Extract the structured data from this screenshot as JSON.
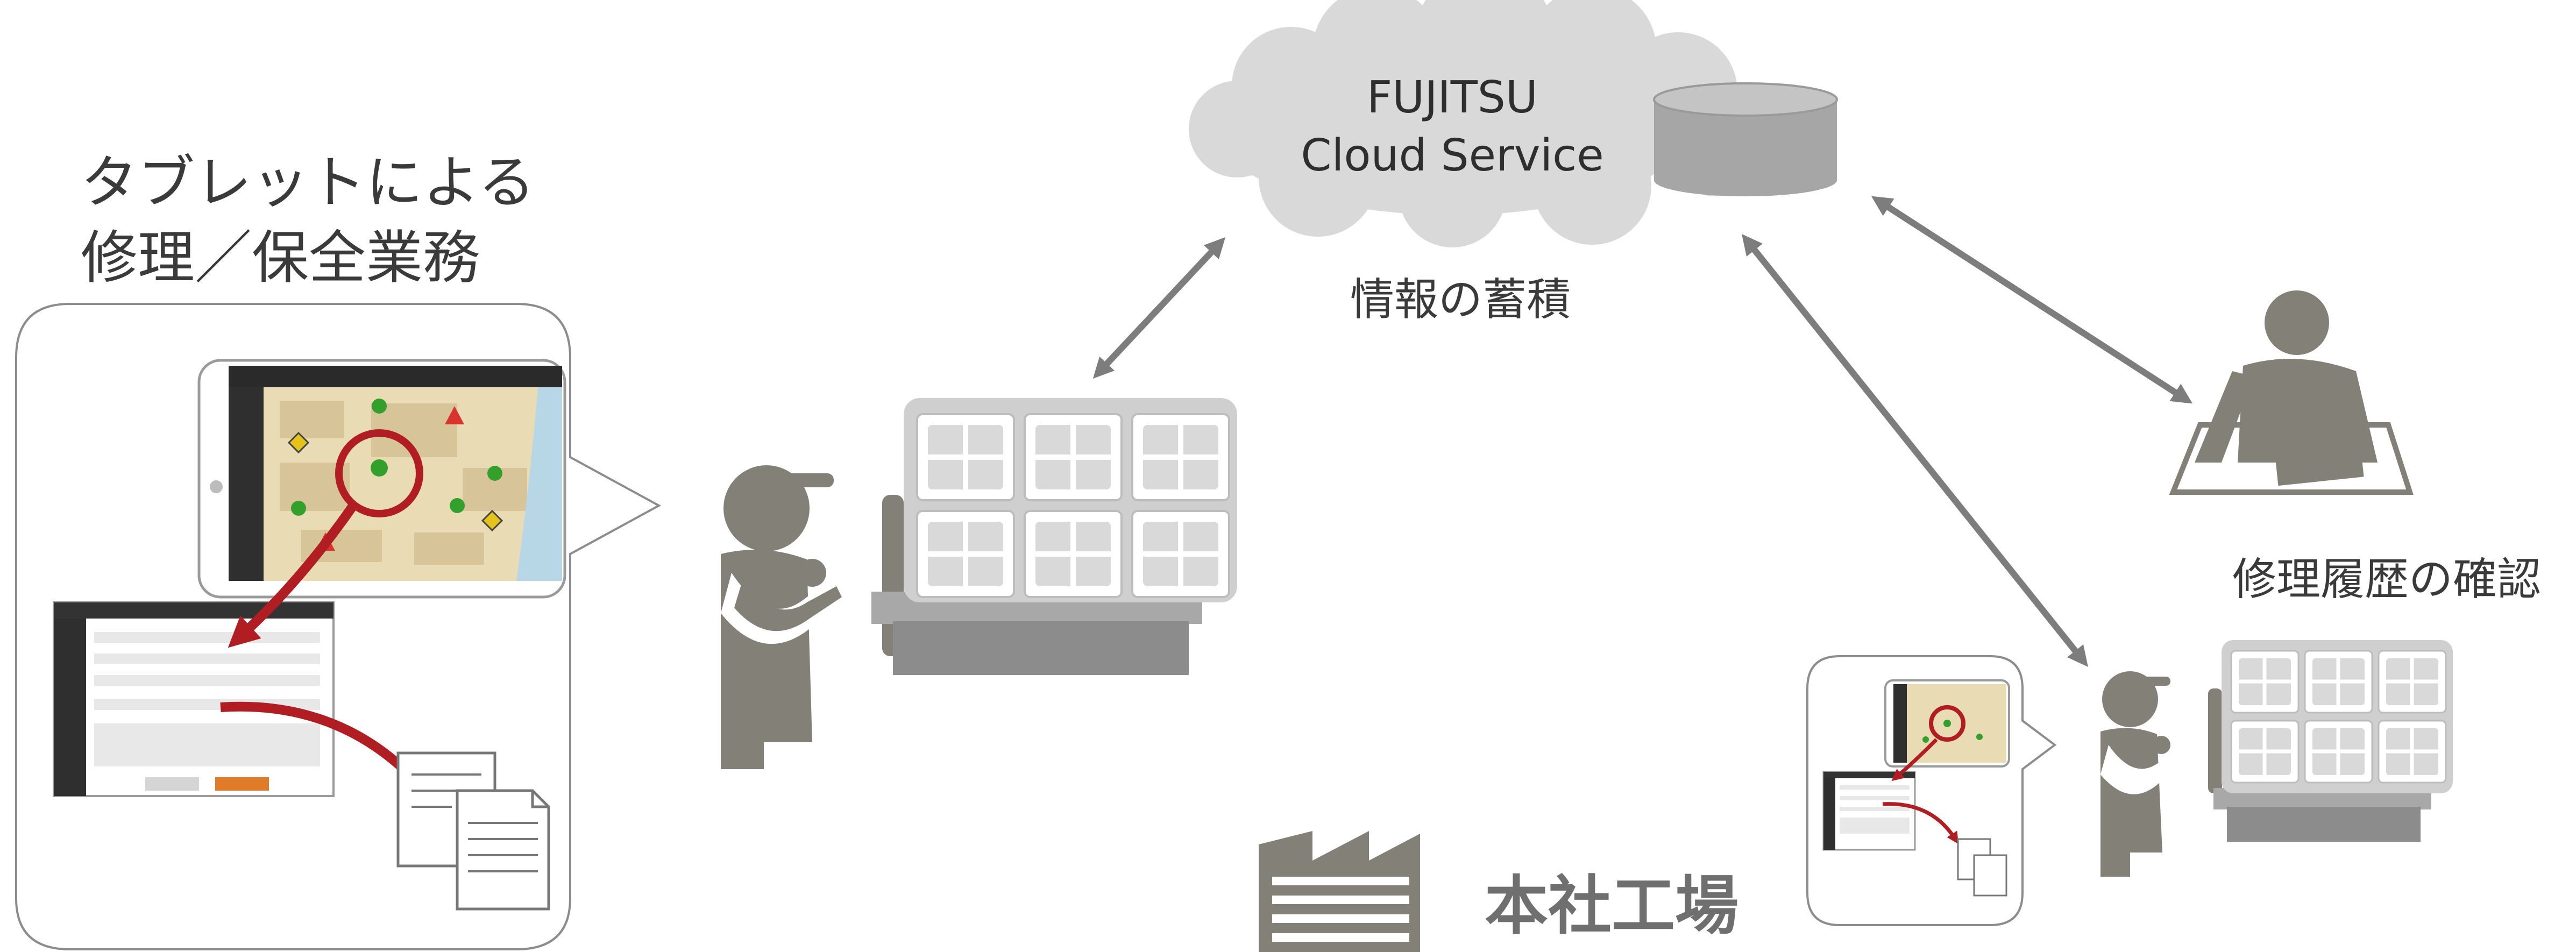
{
  "texts": {
    "tablet_work_line1": "タブレットによる",
    "tablet_work_line2": "修理／保全業務",
    "cloud_line1": "FUJITSU",
    "cloud_line2": "Cloud Service",
    "accumulation": "情報の蓄積",
    "history_check": "修理履歴の確認",
    "factory": "本社工場"
  },
  "colors": {
    "gray_figure": "#838078",
    "light_gray": "#cfcfcf",
    "cloud": "#d9d9d9",
    "accent_red": "#b01e23",
    "map_green": "#33a02c",
    "map_bg": "#e9dcb4"
  },
  "icons": [
    "cloud-icon",
    "database-icon",
    "worker-icon",
    "machine-icon",
    "office-person-icon",
    "factory-icon",
    "document-icon",
    "tablet-icon"
  ]
}
